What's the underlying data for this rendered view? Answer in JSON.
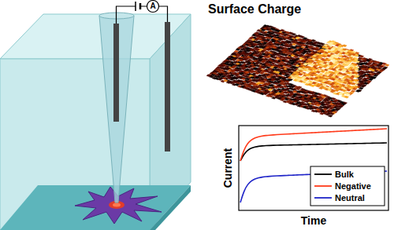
{
  "diagram": {
    "labels": [
      "A",
      "Surface Charge",
      "Current",
      "Time"
    ],
    "legend": [
      {
        "text": "Bulk"
      },
      {
        "text": "Negative"
      },
      {
        "text": "Neutral"
      }
    ]
  }
}
